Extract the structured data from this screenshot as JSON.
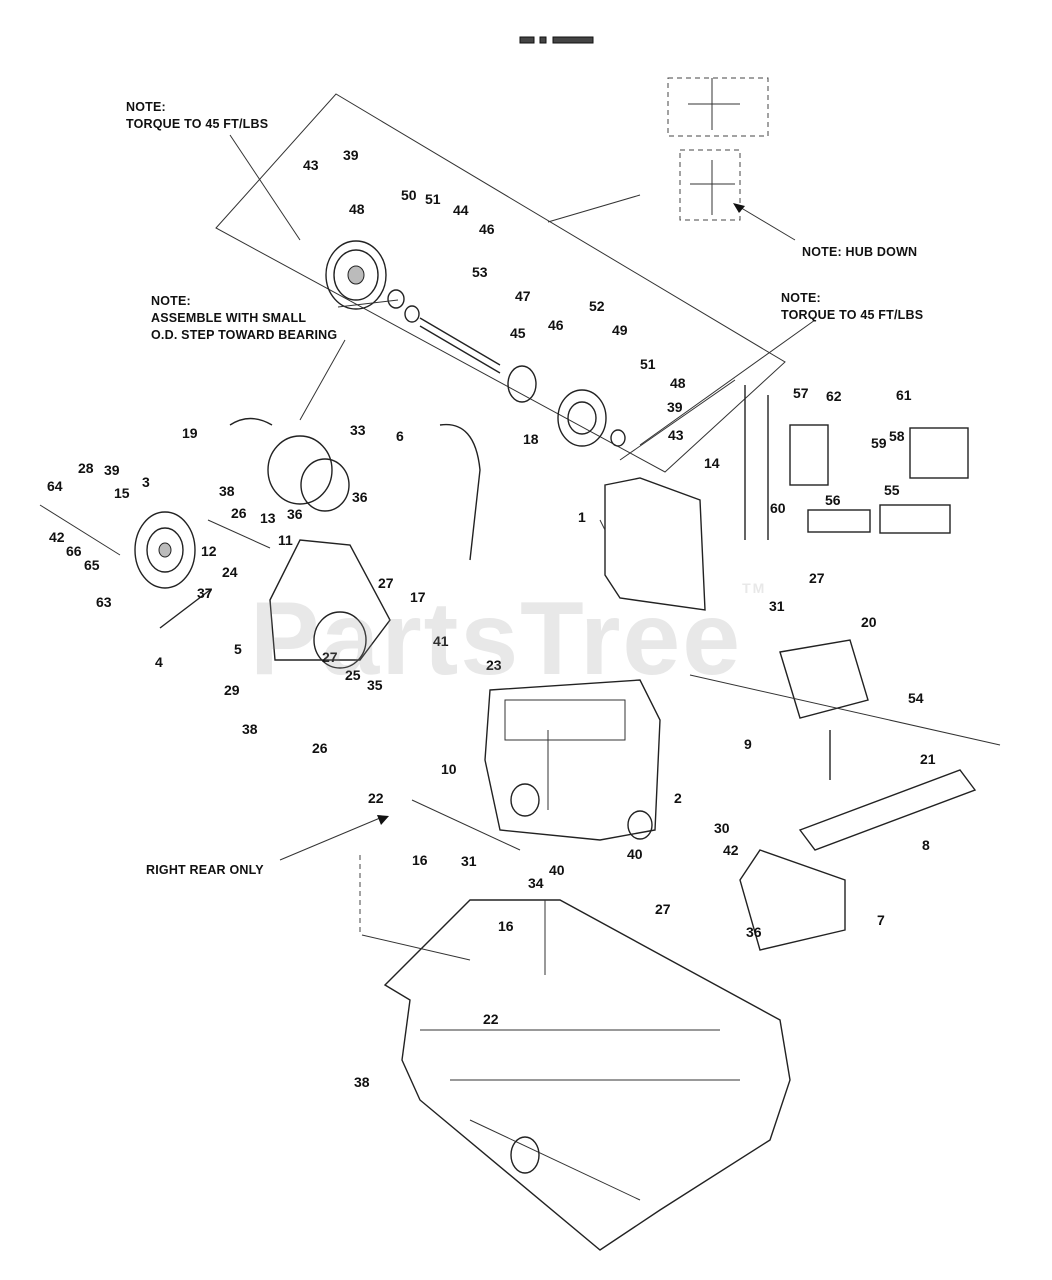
{
  "header": {
    "title_fragment": ""
  },
  "notes": {
    "torque_top_left": [
      "NOTE:",
      "TORQUE TO 45 FT/LBS"
    ],
    "assemble": [
      "NOTE:",
      "ASSEMBLE WITH SMALL",
      "O.D. STEP TOWARD BEARING"
    ],
    "hub_down": "NOTE: HUB DOWN",
    "torque_right": [
      "NOTE:",
      "TORQUE TO 45 FT/LBS"
    ],
    "right_rear_only": "RIGHT REAR ONLY"
  },
  "watermark": {
    "text": "PartsTree",
    "mark": "TM"
  },
  "callouts": [
    {
      "id": "43a",
      "text": "43"
    },
    {
      "id": "39a",
      "text": "39"
    },
    {
      "id": "48a",
      "text": "48"
    },
    {
      "id": "50",
      "text": "50"
    },
    {
      "id": "51a",
      "text": "51"
    },
    {
      "id": "44",
      "text": "44"
    },
    {
      "id": "46a",
      "text": "46"
    },
    {
      "id": "53",
      "text": "53"
    },
    {
      "id": "47",
      "text": "47"
    },
    {
      "id": "45",
      "text": "45"
    },
    {
      "id": "46b",
      "text": "46"
    },
    {
      "id": "52",
      "text": "52"
    },
    {
      "id": "49",
      "text": "49"
    },
    {
      "id": "51b",
      "text": "51"
    },
    {
      "id": "48b",
      "text": "48"
    },
    {
      "id": "39b",
      "text": "39"
    },
    {
      "id": "43b",
      "text": "43"
    },
    {
      "id": "57",
      "text": "57"
    },
    {
      "id": "62",
      "text": "62"
    },
    {
      "id": "61",
      "text": "61"
    },
    {
      "id": "59",
      "text": "59"
    },
    {
      "id": "58",
      "text": "58"
    },
    {
      "id": "56",
      "text": "56"
    },
    {
      "id": "55",
      "text": "55"
    },
    {
      "id": "60",
      "text": "60"
    },
    {
      "id": "14",
      "text": "14"
    },
    {
      "id": "1",
      "text": "1"
    },
    {
      "id": "19",
      "text": "19"
    },
    {
      "id": "33",
      "text": "33"
    },
    {
      "id": "6",
      "text": "6"
    },
    {
      "id": "18",
      "text": "18"
    },
    {
      "id": "28",
      "text": "28"
    },
    {
      "id": "39c",
      "text": "39"
    },
    {
      "id": "64",
      "text": "64"
    },
    {
      "id": "15",
      "text": "15"
    },
    {
      "id": "3",
      "text": "3"
    },
    {
      "id": "38a",
      "text": "38"
    },
    {
      "id": "36a",
      "text": "36"
    },
    {
      "id": "26a",
      "text": "26"
    },
    {
      "id": "36b",
      "text": "36"
    },
    {
      "id": "13",
      "text": "13"
    },
    {
      "id": "42a",
      "text": "42"
    },
    {
      "id": "66",
      "text": "66"
    },
    {
      "id": "12",
      "text": "12"
    },
    {
      "id": "11",
      "text": "11"
    },
    {
      "id": "65",
      "text": "65"
    },
    {
      "id": "24",
      "text": "24"
    },
    {
      "id": "27a",
      "text": "27"
    },
    {
      "id": "37",
      "text": "37"
    },
    {
      "id": "17",
      "text": "17"
    },
    {
      "id": "63",
      "text": "63"
    },
    {
      "id": "27b",
      "text": "27"
    },
    {
      "id": "31a",
      "text": "31"
    },
    {
      "id": "20",
      "text": "20"
    },
    {
      "id": "41",
      "text": "41"
    },
    {
      "id": "5",
      "text": "5"
    },
    {
      "id": "4",
      "text": "4"
    },
    {
      "id": "27c",
      "text": "27"
    },
    {
      "id": "25",
      "text": "25"
    },
    {
      "id": "35",
      "text": "35"
    },
    {
      "id": "23",
      "text": "23"
    },
    {
      "id": "29",
      "text": "29"
    },
    {
      "id": "54",
      "text": "54"
    },
    {
      "id": "38b",
      "text": "38"
    },
    {
      "id": "9",
      "text": "9"
    },
    {
      "id": "26b",
      "text": "26"
    },
    {
      "id": "21",
      "text": "21"
    },
    {
      "id": "10",
      "text": "10"
    },
    {
      "id": "22a",
      "text": "22"
    },
    {
      "id": "2",
      "text": "2"
    },
    {
      "id": "30",
      "text": "30"
    },
    {
      "id": "8",
      "text": "8"
    },
    {
      "id": "40a",
      "text": "40"
    },
    {
      "id": "42b",
      "text": "42"
    },
    {
      "id": "16a",
      "text": "16"
    },
    {
      "id": "31b",
      "text": "31"
    },
    {
      "id": "40b",
      "text": "40"
    },
    {
      "id": "34",
      "text": "34"
    },
    {
      "id": "27d",
      "text": "27"
    },
    {
      "id": "7",
      "text": "7"
    },
    {
      "id": "16b",
      "text": "16"
    },
    {
      "id": "36c",
      "text": "36"
    },
    {
      "id": "22b",
      "text": "22"
    },
    {
      "id": "38c",
      "text": "38"
    }
  ]
}
